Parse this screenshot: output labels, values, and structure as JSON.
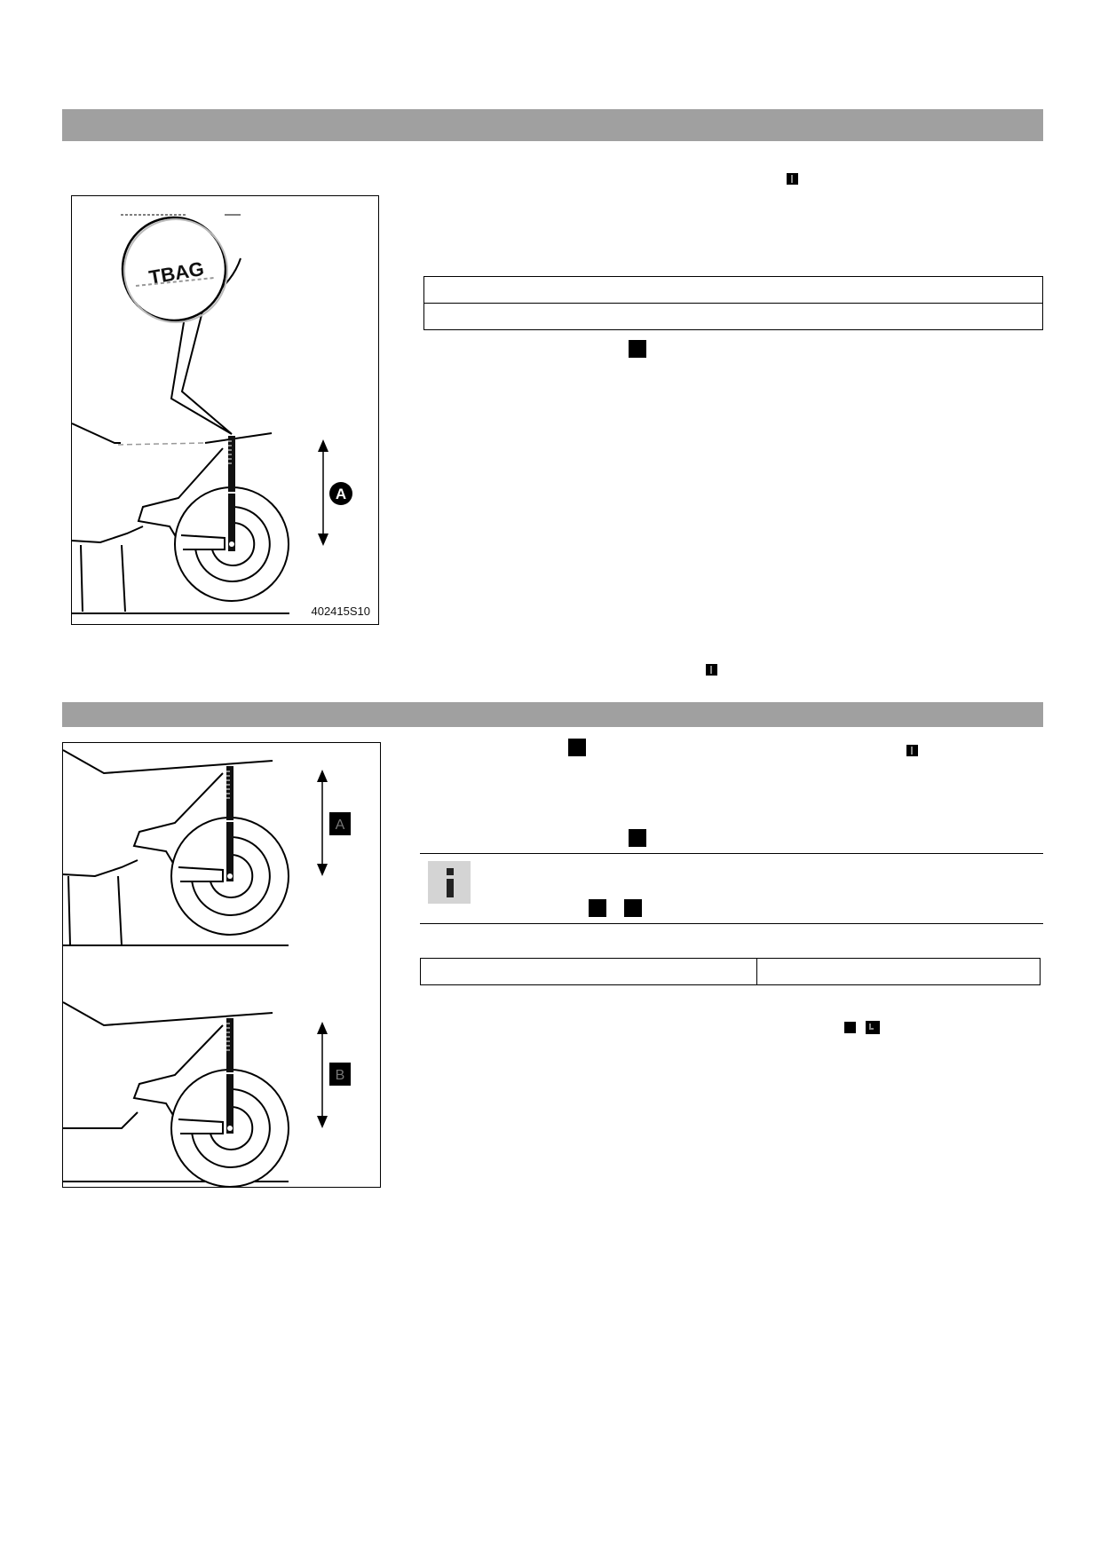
{
  "figure_1": {
    "callout_letter": "A",
    "code": "402415S10",
    "magnified_marking": "TBAG"
  },
  "figure_2": {
    "callout_top": "A",
    "callout_bottom": "B"
  }
}
